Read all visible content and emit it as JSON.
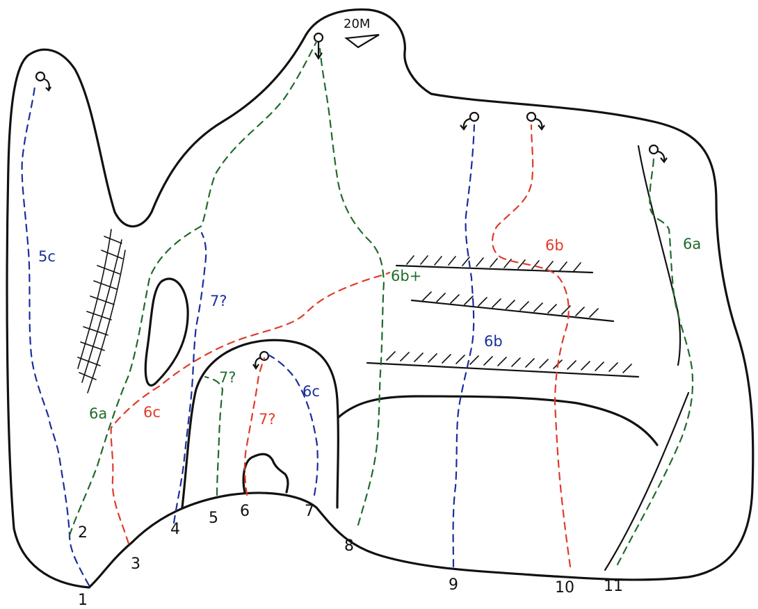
{
  "scale": {
    "label": "20M"
  },
  "colors": {
    "blue": "#1a2f9a",
    "green": "#1f6b2a",
    "red": "#e03a2a",
    "ink": "#111111"
  },
  "routes": [
    {
      "number": "1",
      "grade": "5c",
      "color": "blue"
    },
    {
      "number": "2",
      "grade": "6a",
      "color": "green"
    },
    {
      "number": "3",
      "grade": "6c",
      "color": "red"
    },
    {
      "number": "4",
      "grade": "7?",
      "color": "blue"
    },
    {
      "number": "5",
      "grade": "7?",
      "color": "green"
    },
    {
      "number": "6",
      "grade": "7?",
      "color": "red"
    },
    {
      "number": "7",
      "grade": "6c",
      "color": "blue"
    },
    {
      "number": "8",
      "grade": "6b+",
      "color": "green"
    },
    {
      "number": "9",
      "grade": "6b",
      "color": "blue"
    },
    {
      "number": "10",
      "grade": "6b",
      "color": "red"
    },
    {
      "number": "11",
      "grade": "6a",
      "color": "green"
    }
  ]
}
